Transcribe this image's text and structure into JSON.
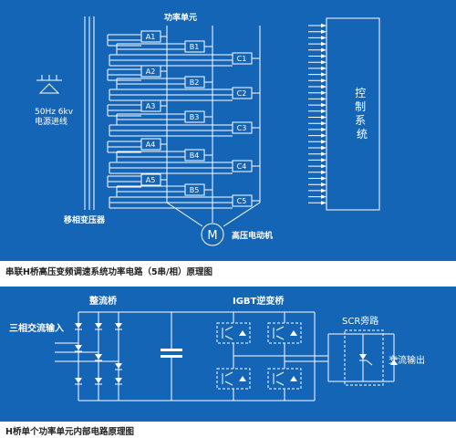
{
  "top_diagram": {
    "power_unit_label": "功率单元",
    "source_spec": "50Hz  6kv",
    "source_label": "电源进线",
    "transformer_label": "移相变压器",
    "motor_symbol": "M",
    "motor_label": "高压电动机",
    "control_label": "控制系统",
    "units": [
      "A1",
      "B1",
      "C1",
      "A2",
      "B2",
      "C2",
      "A3",
      "B3",
      "C3",
      "A4",
      "B4",
      "C4",
      "A5",
      "B5",
      "C5"
    ]
  },
  "top_caption": "串联H桥高压变频调速系统功率电路（5串/相）原理图",
  "bottom_diagram": {
    "input_label": "三相交流输入",
    "rectifier_label": "整流桥",
    "inverter_label": "IGBT逆变桥",
    "bypass_label": "SCR旁路",
    "output_label": "交流输出"
  },
  "bottom_caption": "H桥单个功率单元内部电路原理图",
  "colors": {
    "panel_bg": "#1565b6",
    "line": "#ffffff"
  }
}
